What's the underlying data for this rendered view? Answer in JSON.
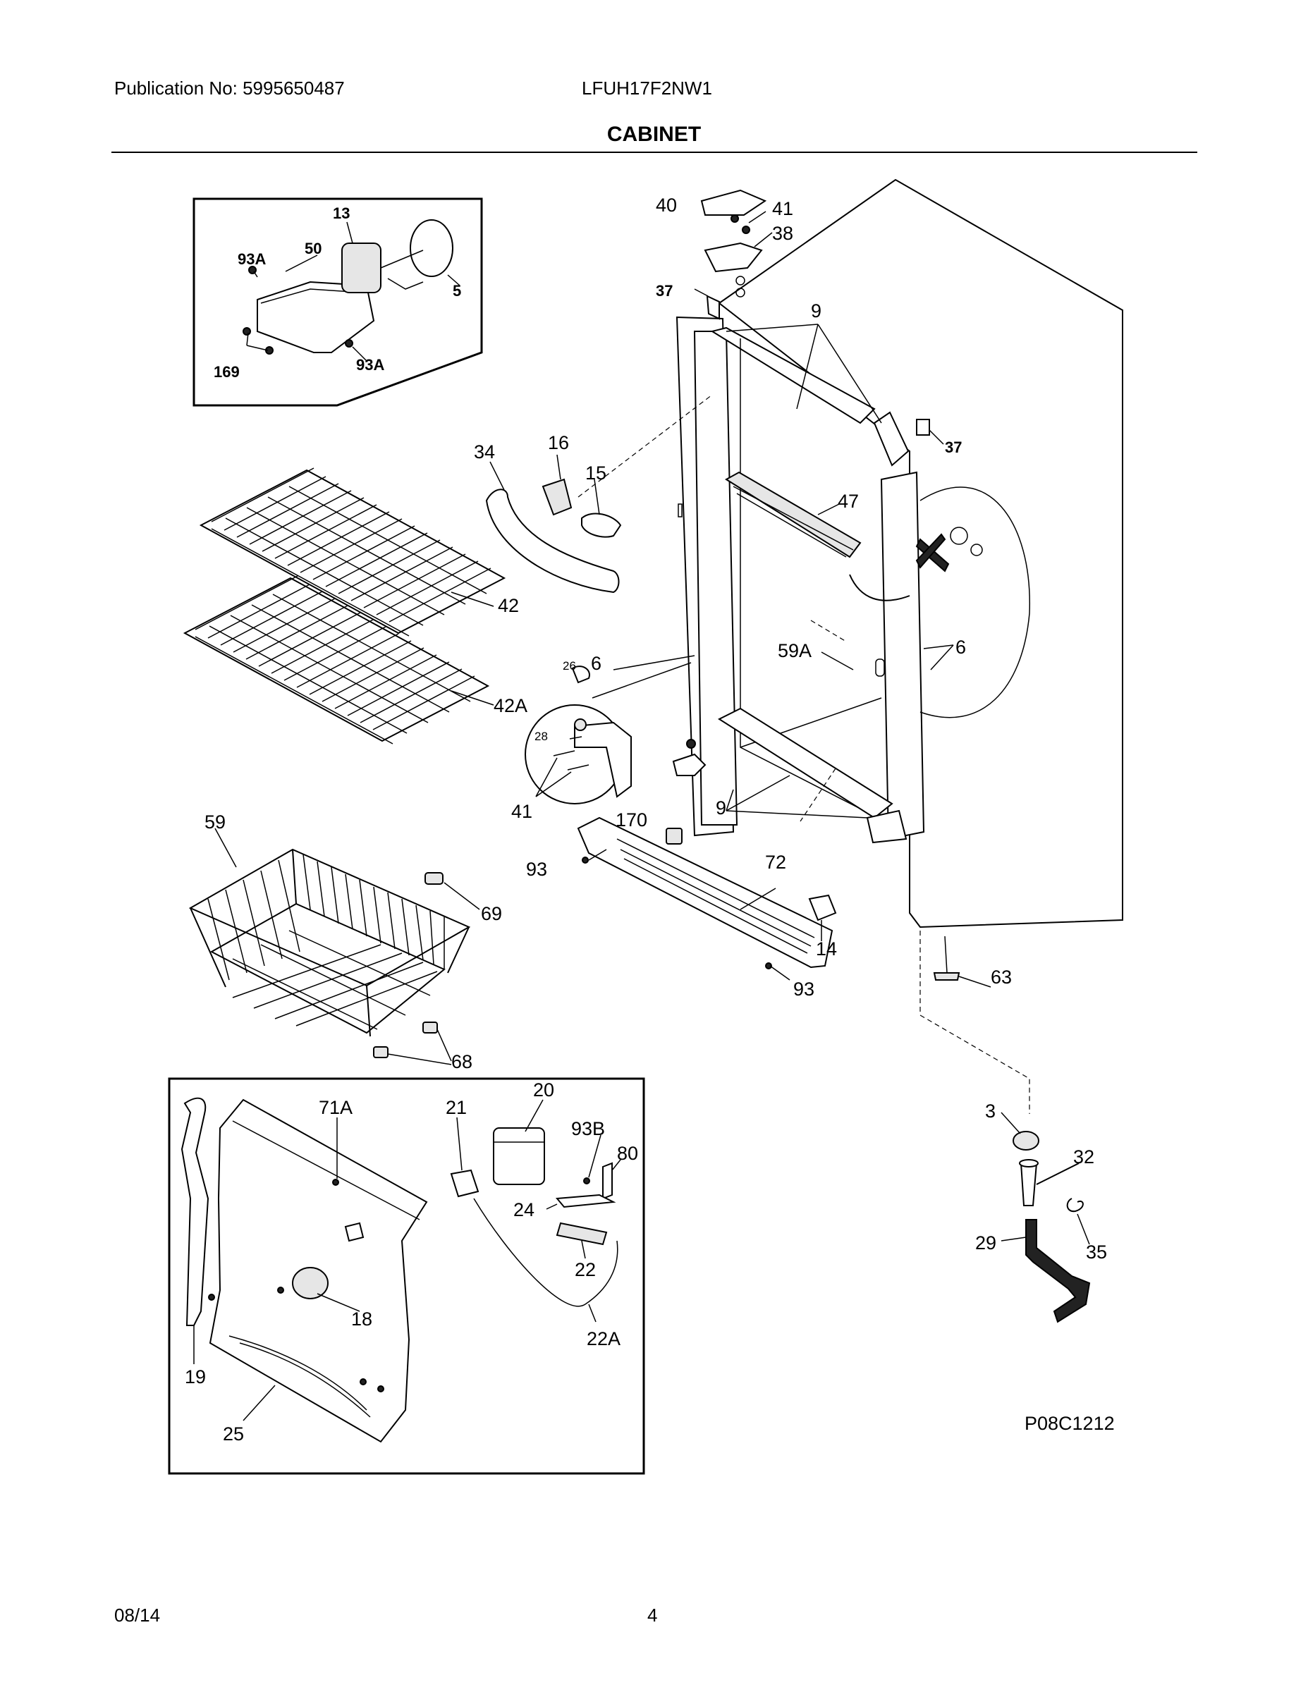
{
  "header": {
    "publication": "Publication No: 5995650487",
    "model": "LFUH17F2NW1",
    "title": "CABINET"
  },
  "footer": {
    "date": "08/14",
    "page": "4"
  },
  "diagram": {
    "code": "P08C1212",
    "callouts": {
      "c13": "13",
      "c50": "50",
      "c93A_a": "93A",
      "c5": "5",
      "c169": "169",
      "c93A_b": "93A",
      "c40": "40",
      "c41_top": "41",
      "c38": "38",
      "c37_top": "37",
      "c9_top": "9",
      "c37_right": "37",
      "c34": "34",
      "c16": "16",
      "c15": "15",
      "c47": "47",
      "c42": "42",
      "c42A": "42A",
      "c26": "26",
      "c6_left": "6",
      "c59A": "59A",
      "c6_right": "6",
      "c28": "28",
      "c41_mid": "41",
      "c59": "59",
      "c170": "170",
      "c9_bot": "9",
      "c93_top": "93",
      "c72": "72",
      "c69": "69",
      "c14": "14",
      "c93_bot": "93",
      "c63": "63",
      "c68": "68",
      "c71A": "71A",
      "c21": "21",
      "c20": "20",
      "c93B": "93B",
      "c80": "80",
      "c24": "24",
      "c22": "22",
      "c22A": "22A",
      "c18": "18",
      "c19": "19",
      "c25": "25",
      "c3": "3",
      "c32": "32",
      "c29": "29",
      "c35": "35"
    }
  }
}
